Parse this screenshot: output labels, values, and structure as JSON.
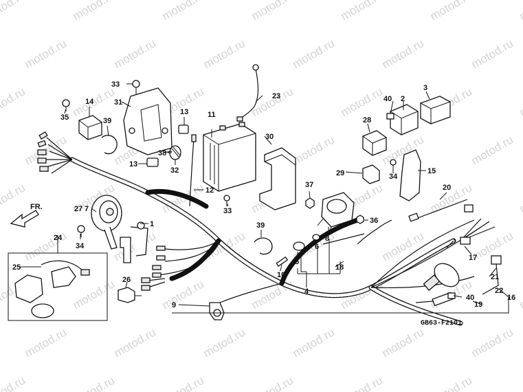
{
  "watermark": "motod.ru",
  "diagram_code": "GB63-F2101",
  "front_indicator": "FR.",
  "callouts": [
    {
      "id": "c1",
      "text": "1"
    },
    {
      "id": "c2",
      "text": "2"
    },
    {
      "id": "c3",
      "text": "3"
    },
    {
      "id": "c4",
      "text": "4"
    },
    {
      "id": "c5",
      "text": "5"
    },
    {
      "id": "c6",
      "text": "6"
    },
    {
      "id": "c7",
      "text": "7"
    },
    {
      "id": "c8",
      "text": "8"
    },
    {
      "id": "c9",
      "text": "9"
    },
    {
      "id": "c10",
      "text": "10"
    },
    {
      "id": "c11",
      "text": "11"
    },
    {
      "id": "c12",
      "text": "12"
    },
    {
      "id": "c13a",
      "text": "13"
    },
    {
      "id": "c13b",
      "text": "13"
    },
    {
      "id": "c14",
      "text": "14"
    },
    {
      "id": "c15",
      "text": "15"
    },
    {
      "id": "c16",
      "text": "16"
    },
    {
      "id": "c17",
      "text": "17"
    },
    {
      "id": "c18",
      "text": "18"
    },
    {
      "id": "c19",
      "text": "19"
    },
    {
      "id": "c20",
      "text": "20"
    },
    {
      "id": "c21",
      "text": "21"
    },
    {
      "id": "c22",
      "text": "22"
    },
    {
      "id": "c23",
      "text": "23"
    },
    {
      "id": "c24",
      "text": "24"
    },
    {
      "id": "c25",
      "text": "25"
    },
    {
      "id": "c26",
      "text": "26"
    },
    {
      "id": "c27",
      "text": "27"
    },
    {
      "id": "c28",
      "text": "28"
    },
    {
      "id": "c29",
      "text": "29"
    },
    {
      "id": "c30",
      "text": "30"
    },
    {
      "id": "c31",
      "text": "31"
    },
    {
      "id": "c32",
      "text": "32"
    },
    {
      "id": "c33a",
      "text": "33"
    },
    {
      "id": "c33b",
      "text": "33"
    },
    {
      "id": "c34a",
      "text": "34"
    },
    {
      "id": "c34b",
      "text": "34"
    },
    {
      "id": "c35",
      "text": "35"
    },
    {
      "id": "c36",
      "text": "36"
    },
    {
      "id": "c37",
      "text": "37"
    },
    {
      "id": "c38",
      "text": "38"
    },
    {
      "id": "c39a",
      "text": "39"
    },
    {
      "id": "c39b",
      "text": "39"
    },
    {
      "id": "c40a",
      "text": "40"
    },
    {
      "id": "c40b",
      "text": "40"
    }
  ]
}
